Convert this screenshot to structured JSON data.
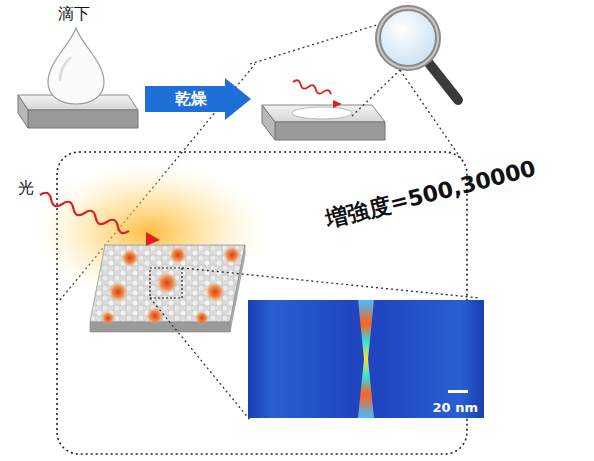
{
  "diagram": {
    "nodes": [
      {
        "text": [
          "乾燥"
        ]
      },
      {
        "text": [
          "20 nm"
        ]
      }
    ],
    "labels": [
      "滴下",
      "光",
      "増強度=500,30000"
    ]
  }
}
